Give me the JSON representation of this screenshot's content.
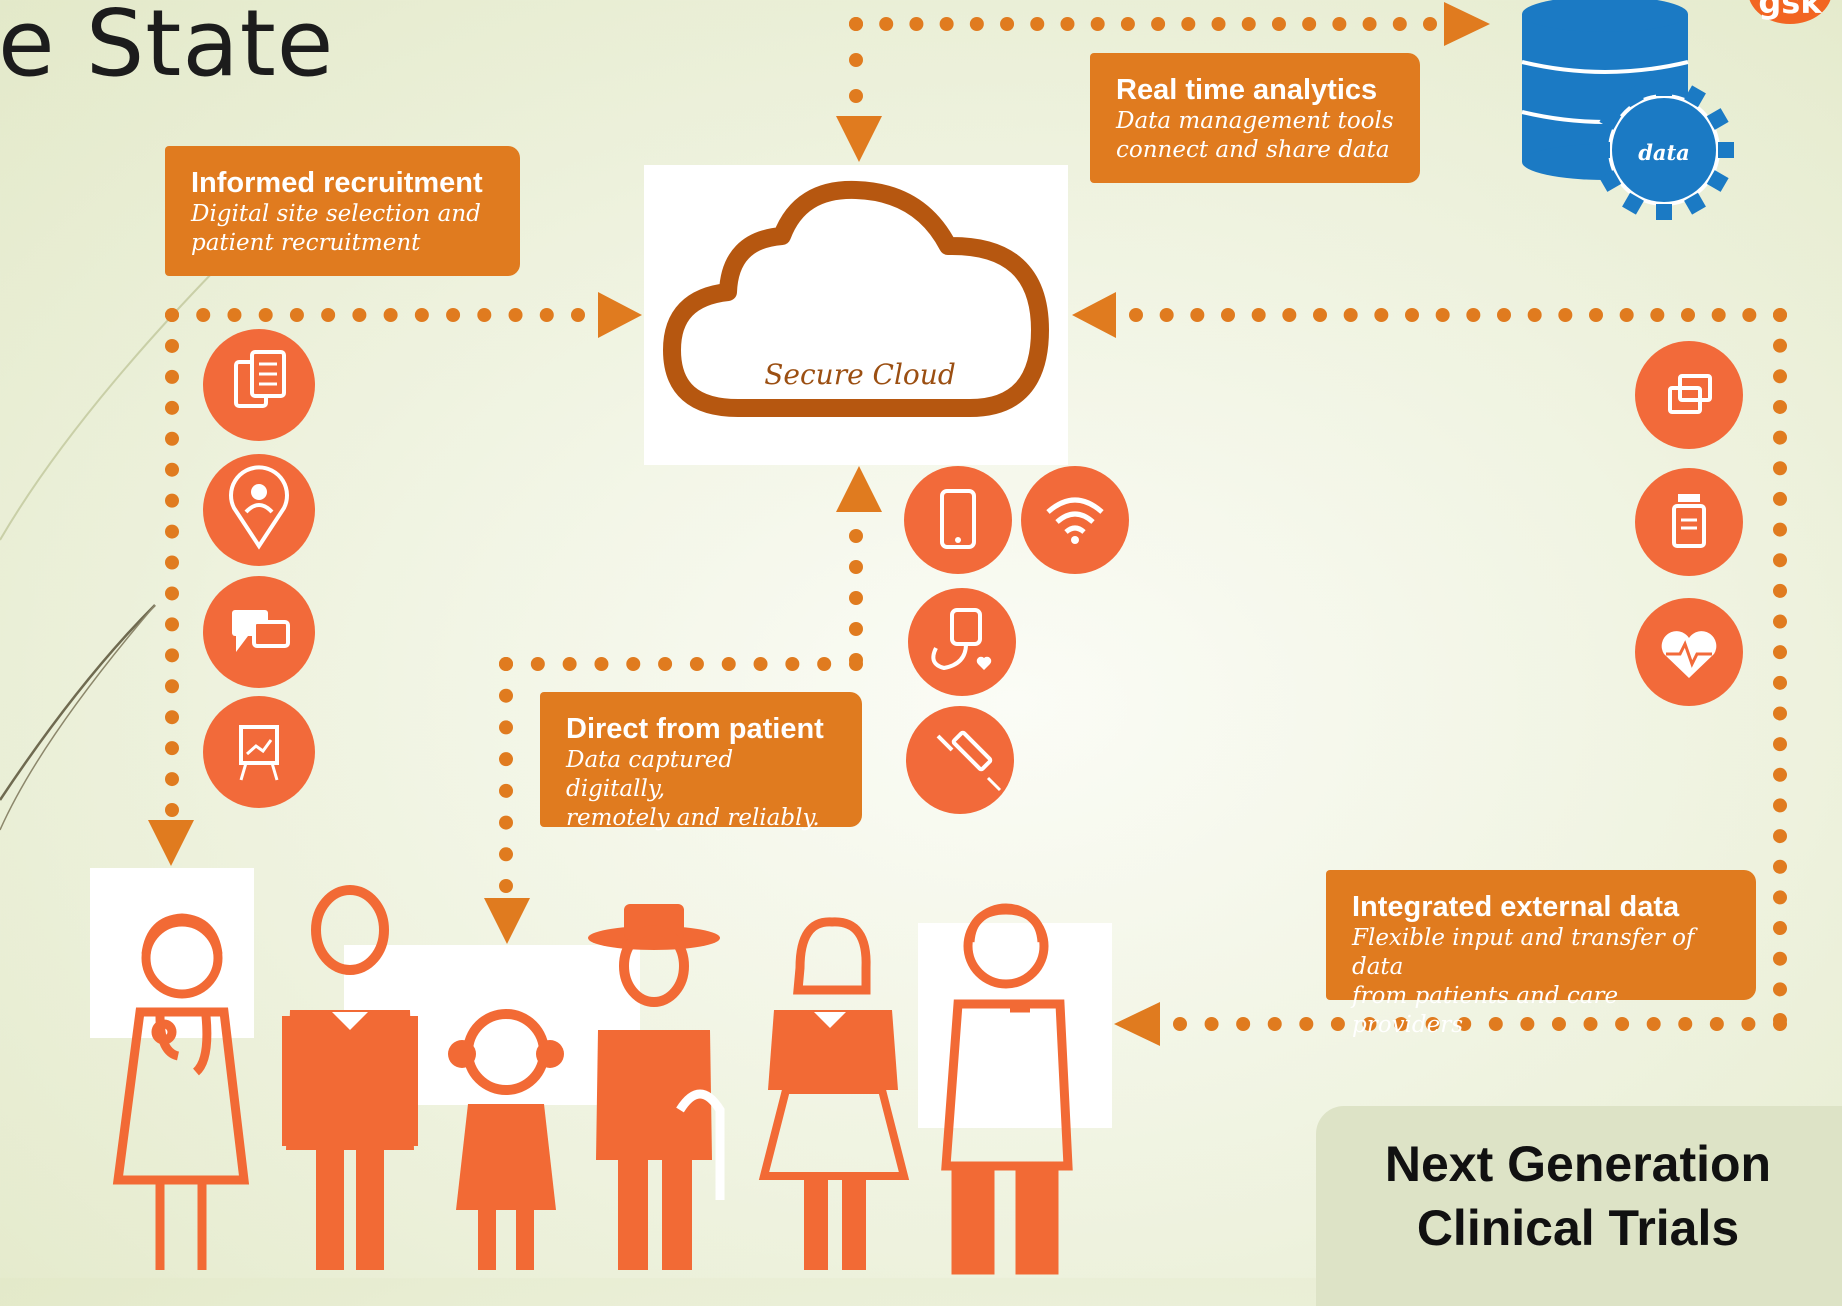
{
  "slide": {
    "title": "e State",
    "footer_title_line1": "Next Generation",
    "footer_title_line2": "Clinical Trials"
  },
  "logo": {
    "text": "gsk"
  },
  "cloud": {
    "label": "Secure Cloud"
  },
  "database": {
    "label": "data"
  },
  "callouts": {
    "informed": {
      "title": "Informed recruitment",
      "line1": "Digital site selection and",
      "line2": "patient recruitment"
    },
    "analytics": {
      "title": "Real time analytics",
      "line1": "Data management tools",
      "line2": "connect and share data"
    },
    "direct": {
      "title": "Direct from patient",
      "line1": "Data captured digitally,",
      "line2": "remotely and reliably."
    },
    "integrated": {
      "title": "Integrated external data",
      "line1": "Flexible  input and transfer of data",
      "line2": "from patients and care providers"
    }
  },
  "icons": {
    "left": [
      "documents-icon",
      "location-pin-user-icon",
      "chat-bubbles-icon",
      "presentation-board-icon"
    ],
    "middle": [
      "smartphone-icon",
      "wifi-icon",
      "blood-pressure-monitor-icon",
      "syringe-icon"
    ],
    "right": [
      "windows-icon",
      "medicine-bottle-icon",
      "heart-rate-icon"
    ]
  },
  "people": [
    "doctor",
    "man",
    "girl",
    "elderly-man",
    "woman",
    "nurse"
  ],
  "colors": {
    "accent": "#e07b1f",
    "icon_orange": "#f26a3a",
    "cloud_brown": "#b65710",
    "database_blue": "#1b7ac4",
    "people_orange": "#f26a35"
  }
}
